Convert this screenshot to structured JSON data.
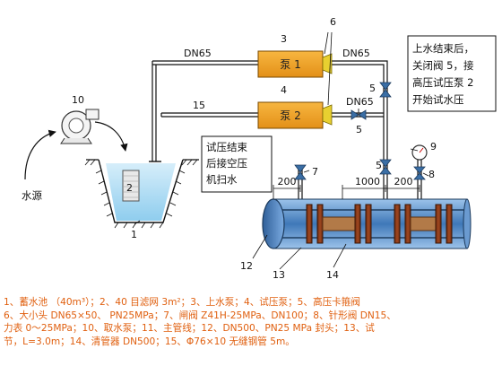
{
  "pump1_label": "泵 1",
  "pump2_label": "泵 2",
  "pipe_top_label_left": "DN65",
  "pipe_top_label_right": "DN65",
  "pipe_mid_label_right": "DN65",
  "pipe_mid_label_left": "15",
  "water_source_label": "水源",
  "callouts": {
    "n1": "1",
    "n2": "2",
    "n3": "3",
    "n4": "4",
    "n5a": "5",
    "n5b": "5",
    "n6": "6",
    "n7": "7",
    "n8": "8",
    "n9": "9",
    "n10": "10",
    "n12": "12",
    "n13": "13",
    "n14": "14"
  },
  "note_top_right": [
    "上水结束后，",
    "关闭阀 5，接",
    "高压试压泵 2",
    "开始试水压"
  ],
  "note_middle": [
    "试压结束",
    "后接空压",
    "机扫水"
  ],
  "dims": {
    "d1": "200",
    "d2": "1000",
    "d3": "200"
  },
  "legend_lines": [
    "1、蓄水池 （40m³）；2、40 目滤网 3m²；3、上水泵；4、试压泵；5、高压卡箍阀",
    "6、大小头 DN65×50、 PN25MPa；7、闸阀 Z41H-25MPa、DN100；8、针形阀 DN15、",
    "力表 0～25MPa；10、取水泵；11、主管线；12、DN500、PN25 MPa 封头；13、试",
    "节，L=3.0m；14、清管器 DN500；15、Φ76×10 无缝钢管 5m。"
  ],
  "colors": {
    "pump_fill": "#f0a020",
    "water": "#a8d8f0",
    "pipe": "#4a82c0",
    "pig": "#8b3a1a",
    "legend_text": "#e06010"
  }
}
